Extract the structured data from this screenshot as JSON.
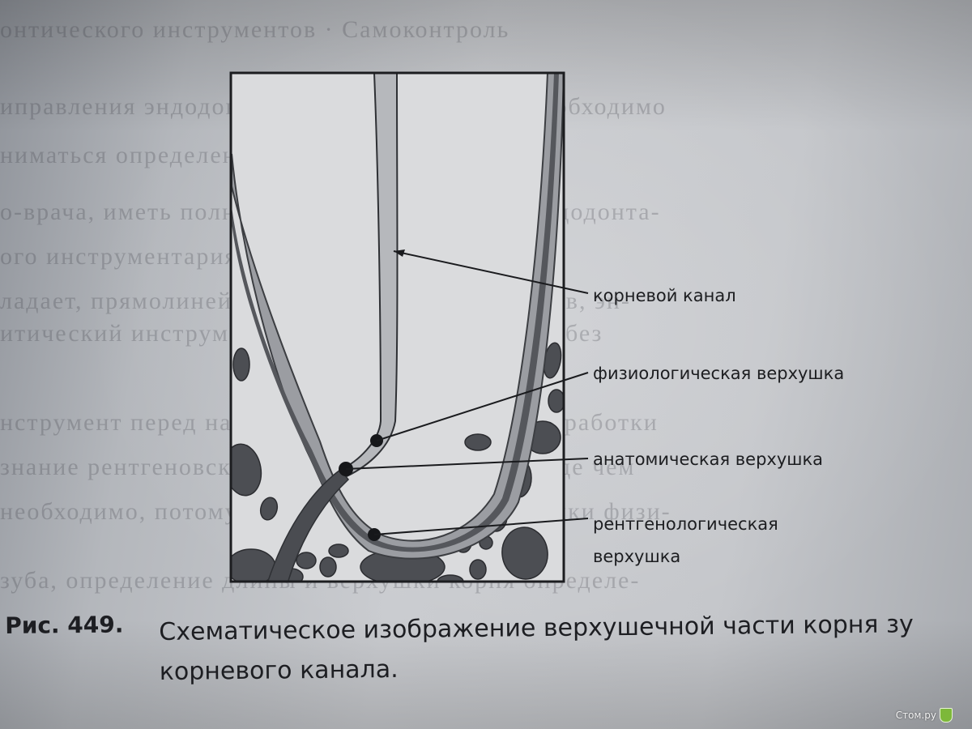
{
  "diagram": {
    "labels": {
      "root_canal": "корневой канал",
      "physiological_apex": "физиологическая верхушка",
      "anatomical_apex": "анатомическая верхушка",
      "radiological_apex_line1": "рентгенологическая",
      "radiological_apex_line2": "верхушка"
    }
  },
  "caption": {
    "label": "Рис. 449.",
    "text_line1": "Схематическое изображение верхушечной части корня зу",
    "text_line2": "корневого канала."
  },
  "watermark": {
    "text": "Стом.ру"
  },
  "colors": {
    "dentin": "#9b9da2",
    "dark_band": "#55575c",
    "canal_fill": "#b6b8bc",
    "bone_particle": "#4c4e53",
    "line_color": "#1a1b1e"
  }
}
